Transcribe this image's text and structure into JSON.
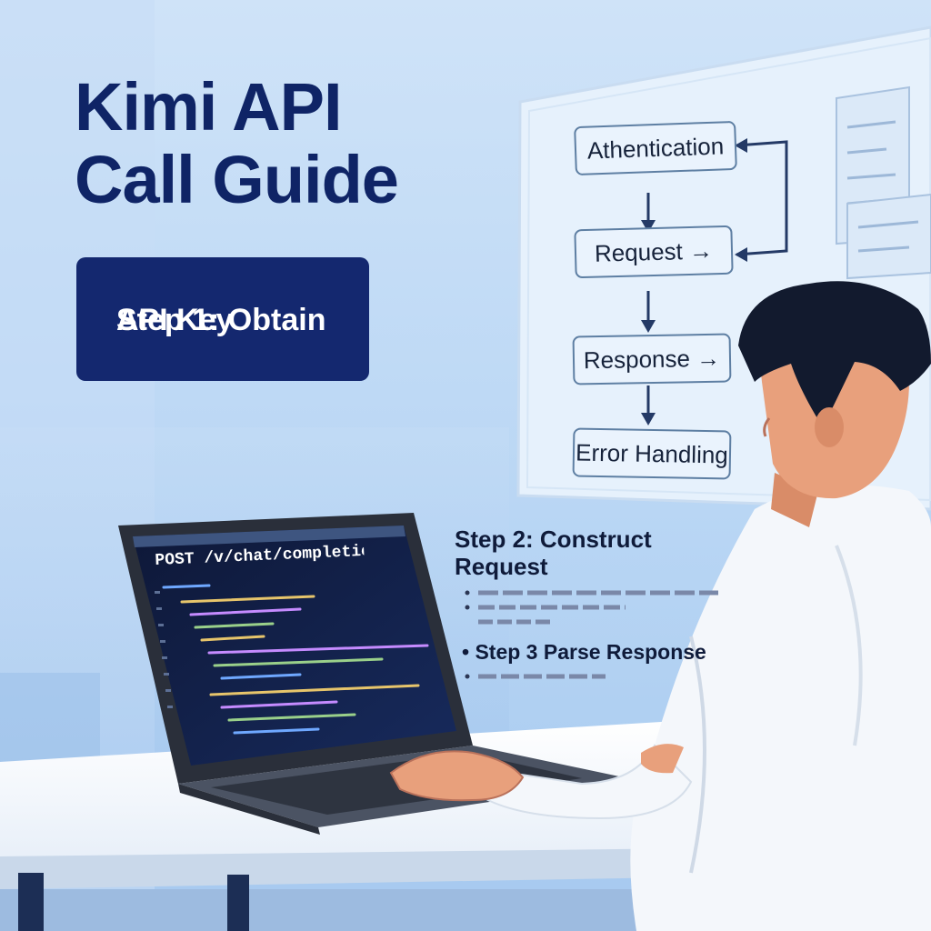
{
  "header": {
    "title_line1": "Kimi API",
    "title_line2": "Call Guide"
  },
  "steps": {
    "step1_line1": "Step 1: Obtain",
    "step1_line2": "API Key",
    "step2_line1": "Step 2: Construct",
    "step2_line2": "Request",
    "step3": "Step 3 Parse Response",
    "step3_bullet": "•"
  },
  "flowchart": {
    "nodes": [
      "Athentication",
      "Request →",
      "Response →",
      "Error Handling"
    ]
  },
  "laptop": {
    "request_line": "POST /v/chat/completions"
  },
  "colors": {
    "background": "#bcd8f4",
    "title_navy": "#0f2466",
    "step_box": "#14286f",
    "whiteboard": "#e6f1fc",
    "shirt": "#f4f7fb",
    "hair": "#121a2e",
    "skin": "#e8a07c"
  },
  "icons": {
    "arrow": "arrow-icon",
    "bullet": "bullet-icon"
  }
}
